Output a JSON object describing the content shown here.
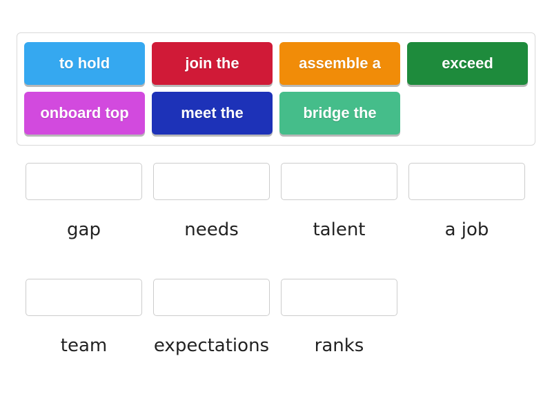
{
  "activity": {
    "type": "match-up",
    "tile_bank": {
      "tiles": [
        {
          "label": "to hold",
          "color": "#35a8f0",
          "row": 0,
          "col": 0
        },
        {
          "label": "join the",
          "color": "#d01a37",
          "row": 0,
          "col": 1
        },
        {
          "label": "assemble a",
          "color": "#f18c08",
          "row": 0,
          "col": 2
        },
        {
          "label": "exceed",
          "color": "#1e8b3c",
          "row": 0,
          "col": 3
        },
        {
          "label": "onboard top",
          "color": "#d24ade",
          "row": 1,
          "col": 0
        },
        {
          "label": "meet the",
          "color": "#1d32b8",
          "row": 1,
          "col": 1
        },
        {
          "label": "bridge the",
          "color": "#45bd8a",
          "row": 1,
          "col": 2
        }
      ]
    },
    "answer_rows": [
      {
        "slots": [
          {
            "value": "",
            "label": "gap"
          },
          {
            "value": "",
            "label": "needs"
          },
          {
            "value": "",
            "label": "talent"
          },
          {
            "value": "",
            "label": "a job"
          }
        ]
      },
      {
        "slots": [
          {
            "value": "",
            "label": "team"
          },
          {
            "value": "",
            "label": "expectations"
          },
          {
            "value": "",
            "label": "ranks"
          }
        ]
      }
    ]
  }
}
